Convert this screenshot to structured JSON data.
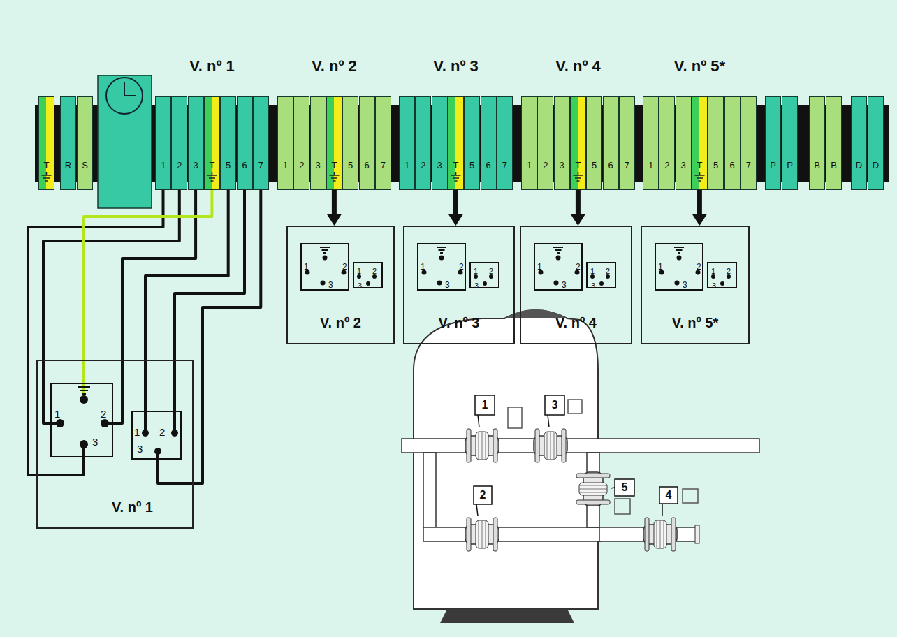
{
  "diagram": {
    "nodes": [
      {
        "text": [
          "T"
        ]
      },
      {
        "text": [
          "R"
        ]
      },
      {
        "text": [
          "S"
        ]
      },
      {
        "text": [
          "V. nº 1"
        ]
      },
      {
        "text": [
          "1"
        ],
        "in": 3
      },
      {
        "text": [
          "2"
        ],
        "in": 3
      },
      {
        "text": [
          "3"
        ],
        "in": 3
      },
      {
        "text": [
          "T"
        ],
        "in": 3
      },
      {
        "text": [
          "5"
        ],
        "in": 3
      },
      {
        "text": [
          "6"
        ],
        "in": 3
      },
      {
        "text": [
          "7"
        ],
        "in": 3
      },
      {
        "text": [
          "V. nº 2"
        ]
      },
      {
        "text": [
          "1"
        ],
        "in": 11
      },
      {
        "text": [
          "2"
        ],
        "in": 11
      },
      {
        "text": [
          "3"
        ],
        "in": 11
      },
      {
        "text": [
          "T"
        ],
        "in": 11
      },
      {
        "text": [
          "5"
        ],
        "in": 11
      },
      {
        "text": [
          "6"
        ],
        "in": 11
      },
      {
        "text": [
          "7"
        ],
        "in": 11
      },
      {
        "text": [
          "V. nº 3"
        ]
      },
      {
        "text": [
          "1"
        ],
        "in": 19
      },
      {
        "text": [
          "2"
        ],
        "in": 19
      },
      {
        "text": [
          "3"
        ],
        "in": 19
      },
      {
        "text": [
          "T"
        ],
        "in": 19
      },
      {
        "text": [
          "5"
        ],
        "in": 19
      },
      {
        "text": [
          "6"
        ],
        "in": 19
      },
      {
        "text": [
          "7"
        ],
        "in": 19
      },
      {
        "text": [
          "V. nº 4"
        ]
      },
      {
        "text": [
          "1"
        ],
        "in": 27
      },
      {
        "text": [
          "2"
        ],
        "in": 27
      },
      {
        "text": [
          "3"
        ],
        "in": 27
      },
      {
        "text": [
          "T"
        ],
        "in": 27
      },
      {
        "text": [
          "5"
        ],
        "in": 27
      },
      {
        "text": [
          "6"
        ],
        "in": 27
      },
      {
        "text": [
          "7"
        ],
        "in": 27
      },
      {
        "text": [
          "V. nº 5*"
        ]
      },
      {
        "text": [
          "1"
        ],
        "in": 35
      },
      {
        "text": [
          "2"
        ],
        "in": 35
      },
      {
        "text": [
          "3"
        ],
        "in": 35
      },
      {
        "text": [
          "T"
        ],
        "in": 35
      },
      {
        "text": [
          "5"
        ],
        "in": 35
      },
      {
        "text": [
          "6"
        ],
        "in": 35
      },
      {
        "text": [
          "7"
        ],
        "in": 35
      },
      {
        "text": [
          "P"
        ]
      },
      {
        "text": [
          "P"
        ]
      },
      {
        "text": [
          "B"
        ]
      },
      {
        "text": [
          "B"
        ]
      },
      {
        "text": [
          "D"
        ]
      },
      {
        "text": [
          "D"
        ]
      },
      {
        "text": [
          "V. nº 2"
        ]
      },
      {
        "text": [
          "1",
          "2",
          "3"
        ],
        "in": 49
      },
      {
        "text": [
          "1",
          "2",
          "3"
        ],
        "in": 49
      },
      {
        "text": [
          "V. nº 3"
        ]
      },
      {
        "text": [
          "1",
          "2",
          "3"
        ],
        "in": 52
      },
      {
        "text": [
          "1",
          "2",
          "3"
        ],
        "in": 52
      },
      {
        "text": [
          "V. nº 4"
        ]
      },
      {
        "text": [
          "1",
          "2",
          "3"
        ],
        "in": 55
      },
      {
        "text": [
          "1",
          "2",
          "3"
        ],
        "in": 55
      },
      {
        "text": [
          "V. nº 5*"
        ]
      },
      {
        "text": [
          "1",
          "2",
          "3"
        ],
        "in": 58
      },
      {
        "text": [
          "1",
          "2",
          "3"
        ],
        "in": 58
      },
      {
        "text": [
          "V. nº 1"
        ]
      },
      {
        "text": [
          "1",
          "2",
          "3"
        ],
        "in": 61
      },
      {
        "text": [
          "1",
          "2",
          "3"
        ],
        "in": 61
      }
    ],
    "edges": [
      {
        "from": 4,
        "to": 62,
        "arrow": "none"
      },
      {
        "from": 5,
        "to": 62,
        "arrow": "none"
      },
      {
        "from": 6,
        "to": 62,
        "arrow": "none"
      },
      {
        "from": 7,
        "to": 62,
        "arrow": "none"
      },
      {
        "from": 8,
        "to": 63,
        "arrow": "none"
      },
      {
        "from": 9,
        "to": 63,
        "arrow": "none"
      },
      {
        "from": 10,
        "to": 63,
        "arrow": "none"
      },
      {
        "from": 15,
        "to": 49,
        "arrow": "to"
      },
      {
        "from": 23,
        "to": 52,
        "arrow": "to"
      },
      {
        "from": 31,
        "to": 55,
        "arrow": "to"
      },
      {
        "from": 39,
        "to": 58,
        "arrow": "to"
      }
    ],
    "labels": [
      "1",
      "3",
      "2",
      "5",
      "4"
    ]
  }
}
